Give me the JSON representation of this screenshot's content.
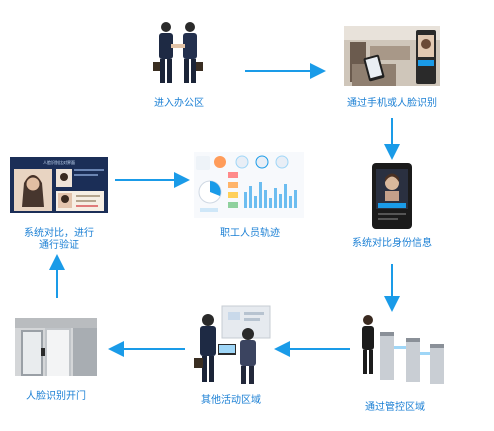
{
  "steps": {
    "enter_office": "进入办公区",
    "phone_face_id": "通过手机或人脸识别",
    "compare_identity": "系统对比身份信息",
    "pass_control_area": "通过管控区域",
    "other_activity": "其他活动区域",
    "face_open_door": "人脸识别开门",
    "system_verify_line1": "系统对比，进行",
    "system_verify_line2": "通行验证",
    "staff_track": "职工人员轨迹"
  },
  "screen_title": "人脸识别比对界面",
  "colors": {
    "accent": "#1a9be8",
    "label": "#1a7fd4"
  }
}
